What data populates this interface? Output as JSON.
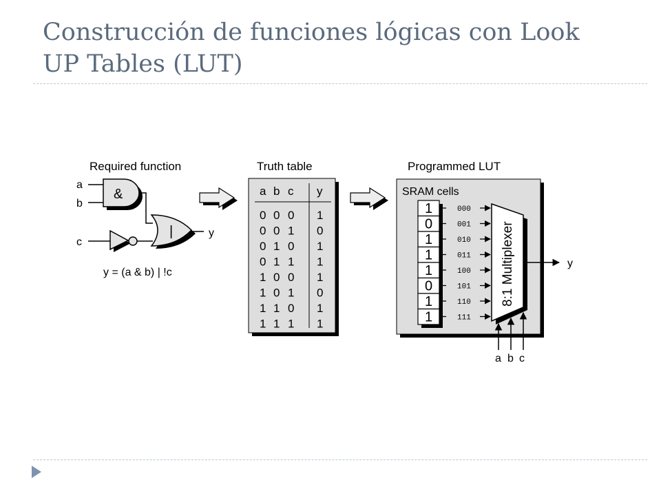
{
  "slide": {
    "title_line1": "Construcción de funciones lógicas con Look",
    "title_line2": "UP Tables (LUT)"
  },
  "required": {
    "heading": "Required function",
    "inputs": [
      "a",
      "b",
      "c"
    ],
    "and_symbol": "&",
    "or_symbol": "|",
    "output": "y",
    "equation": "y = (a & b) | !c"
  },
  "truth_table": {
    "heading": "Truth table",
    "headers": [
      "a",
      "b",
      "c",
      "y"
    ],
    "rows": [
      [
        "0",
        "0",
        "0",
        "1"
      ],
      [
        "0",
        "0",
        "1",
        "0"
      ],
      [
        "0",
        "1",
        "0",
        "1"
      ],
      [
        "0",
        "1",
        "1",
        "1"
      ],
      [
        "1",
        "0",
        "0",
        "1"
      ],
      [
        "1",
        "0",
        "1",
        "0"
      ],
      [
        "1",
        "1",
        "0",
        "1"
      ],
      [
        "1",
        "1",
        "1",
        "1"
      ]
    ]
  },
  "lut": {
    "heading": "Programmed LUT",
    "sram_label": "SRAM cells",
    "cells": [
      "1",
      "0",
      "1",
      "1",
      "1",
      "0",
      "1",
      "1"
    ],
    "addresses": [
      "000",
      "001",
      "010",
      "011",
      "100",
      "101",
      "110",
      "111"
    ],
    "mux_label": "8:1 Multiplexer",
    "output": "y",
    "selects": [
      "a",
      "b",
      "c"
    ]
  }
}
